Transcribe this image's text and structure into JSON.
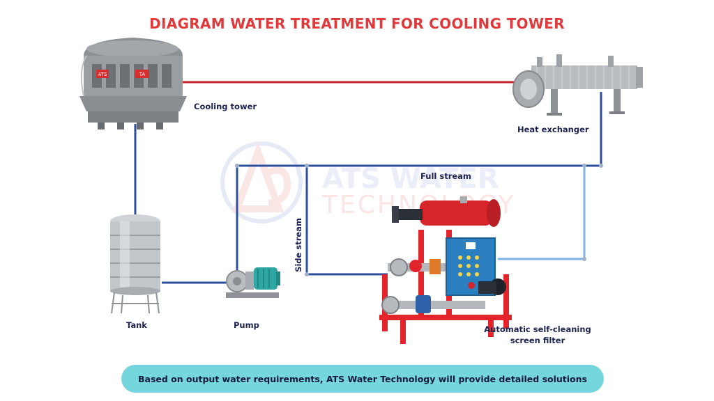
{
  "title": "DIAGRAM WATER TREATMENT FOR COOLING TOWER",
  "labels": {
    "cooling_tower": "Cooling tower",
    "heat_exchanger": "Heat exchanger",
    "full_stream": "Full stream",
    "side_stream": "Side stream",
    "tank": "Tank",
    "pump": "Pump",
    "filter_line1": "Automatic self-cleaning",
    "filter_line2": "screen filter"
  },
  "watermark": {
    "line1": "ATS WATER",
    "line2": "TECHNOLOGY"
  },
  "equipment_marks": {
    "tower_logo": "ATS",
    "tower_plate": "TA"
  },
  "banner_text": "Based on output water requirements, ATS Water Technology will provide detailed solutions",
  "colors": {
    "title": "#e0393b",
    "hot_pipe": "#c4222a",
    "cold_pipe": "#2e4f9e",
    "light_pipe": "#7fb3e6",
    "label_text": "#1c2350",
    "banner_bg": "#76d6dd",
    "filter_frame": "#e3242b",
    "control_panel": "#2a7fc1"
  }
}
